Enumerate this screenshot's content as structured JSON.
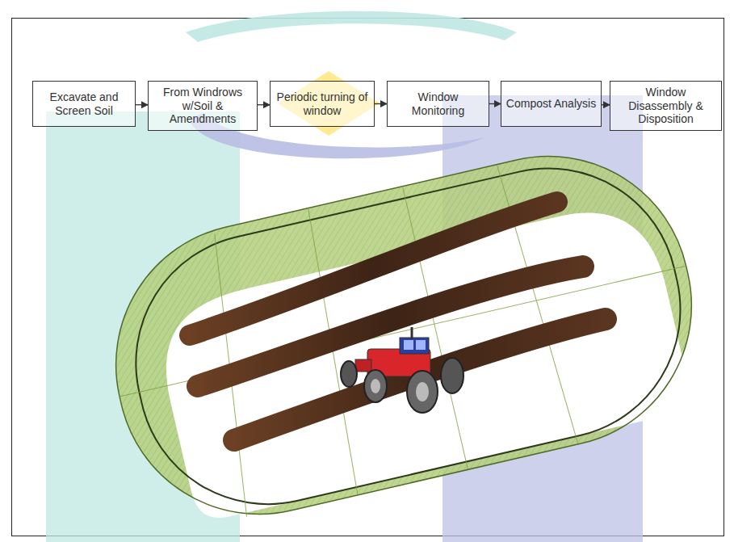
{
  "diagram": {
    "nodes": [
      {
        "text": [
          "Excavate and Screen Soil"
        ]
      },
      {
        "text": [
          "From Windrows w/Soil & Amendments"
        ]
      },
      {
        "text": [
          "Periodic turning of window"
        ]
      },
      {
        "text": [
          "Window Monitoring"
        ]
      },
      {
        "text": [
          "Compost Analysis"
        ]
      },
      {
        "text": [
          "Window Disassembly & Disposition"
        ]
      }
    ],
    "edges": [
      {
        "from": 0,
        "to": 1,
        "arrow": "to"
      },
      {
        "from": 1,
        "to": 2,
        "arrow": "to"
      },
      {
        "from": 2,
        "to": 3,
        "arrow": "to"
      },
      {
        "from": 3,
        "to": 4,
        "arrow": "to"
      },
      {
        "from": 4,
        "to": 5,
        "arrow": "to"
      }
    ]
  }
}
